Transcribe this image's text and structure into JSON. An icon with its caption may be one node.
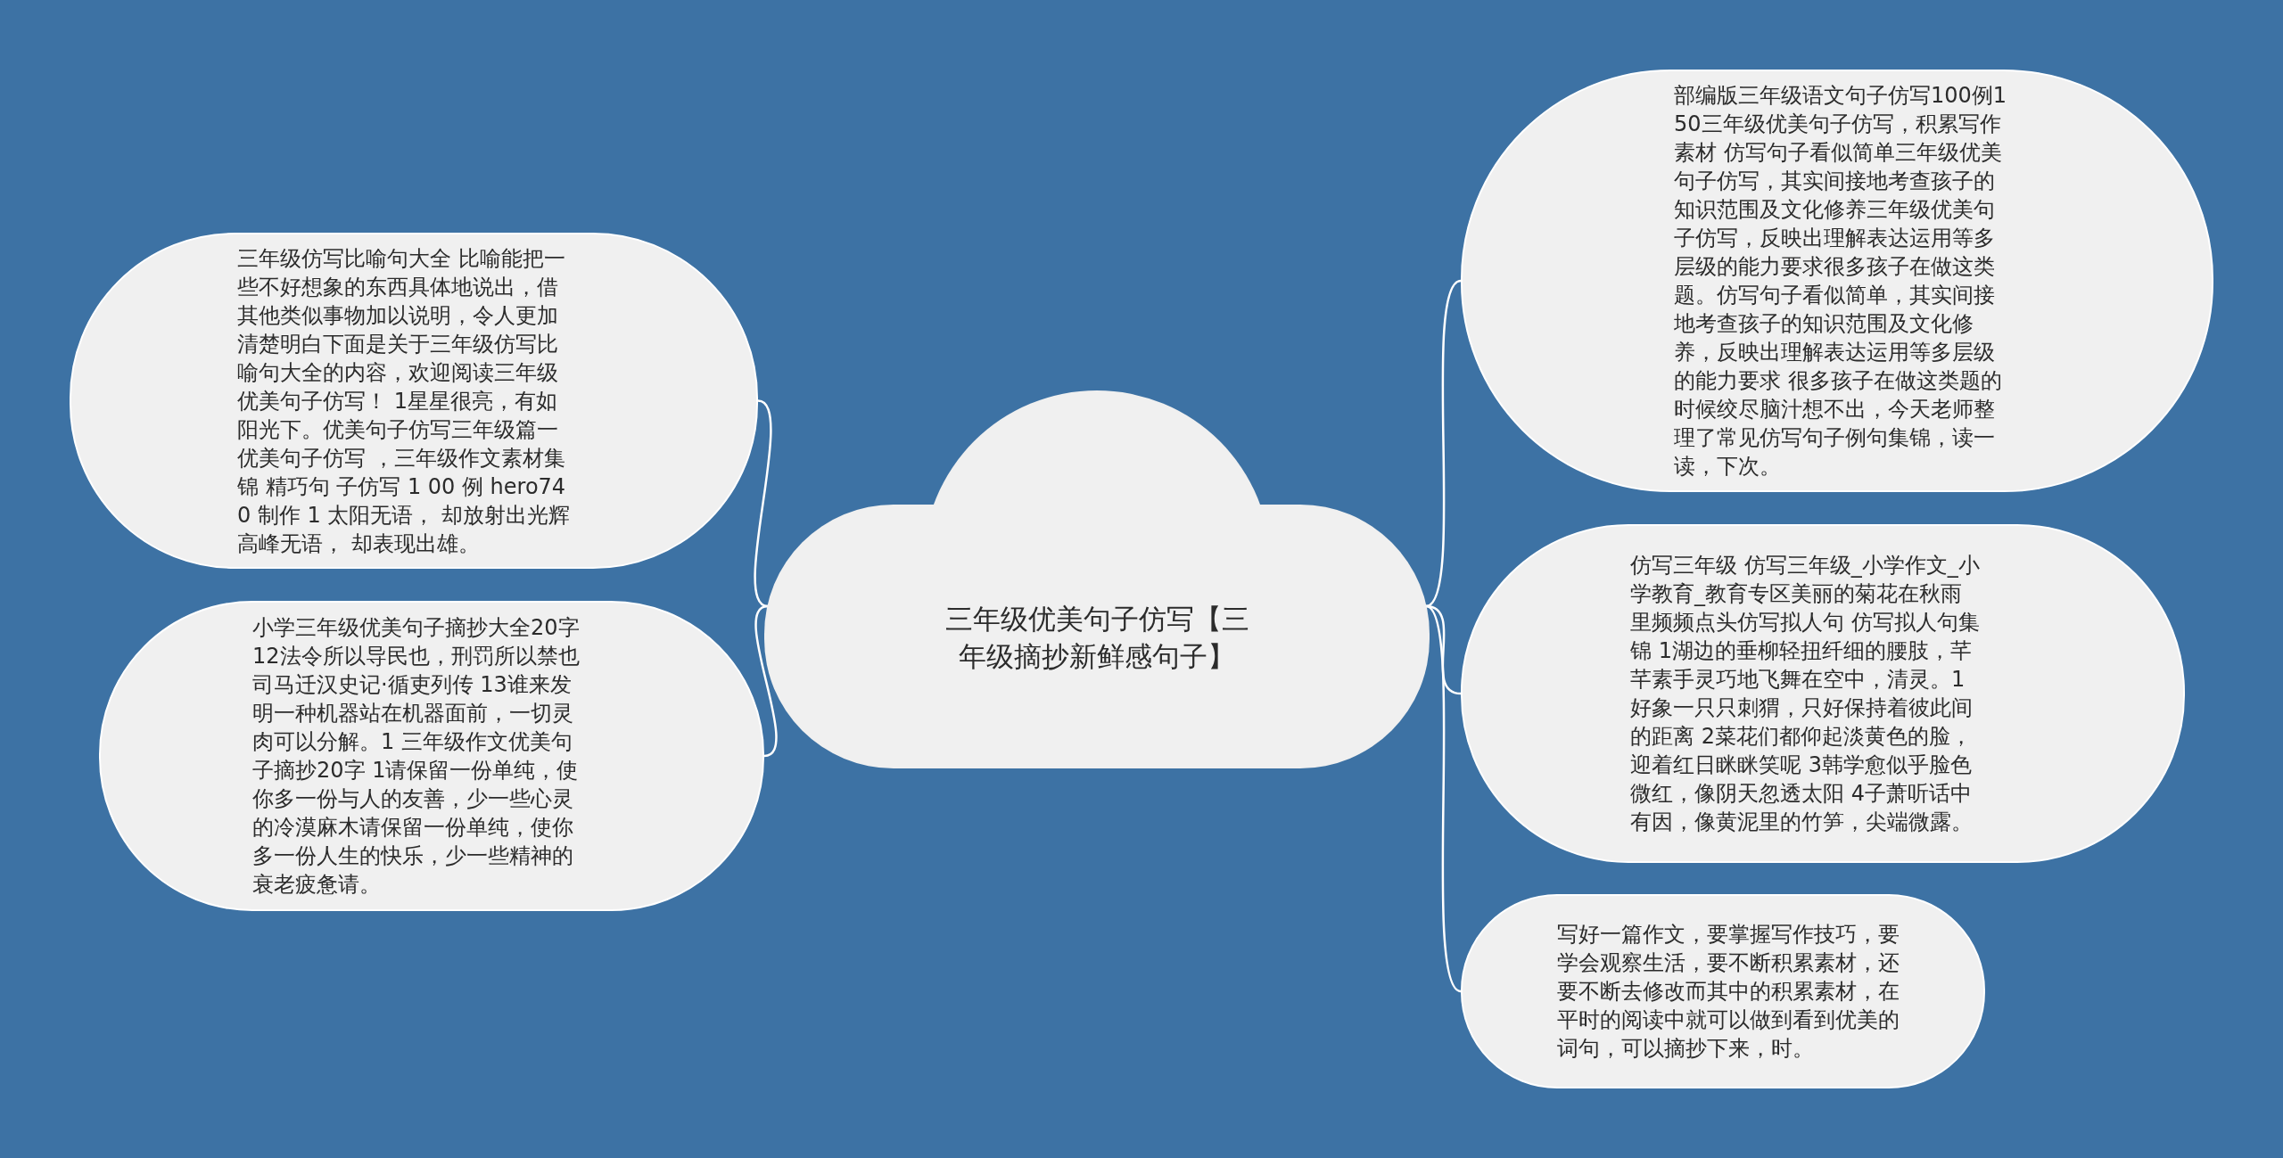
{
  "diagram": {
    "nodes": [
      {
        "text": [
          "三年级优美句子仿写【三年级摘抄新鲜感句子】"
        ]
      },
      {
        "text": [
          "三年级仿写比喻句大全 比喻能把一些不好想象的东西具体地说出，借其他类似事物加以说明，令人更加清楚明白下面是关于三年级仿写比喻句大全的内容，欢迎阅读三年级优美句子仿写！ 1星星很亮，有如阳光下。优美句子仿写三年级篇一优美句子仿写 ，三年级作文素材集锦 精巧句 子仿写 1 00 例 hero740 制作 1 太阳无语， 却放射出光辉高峰无语， 却表现出雄。"
        ]
      },
      {
        "text": [
          "小学三年级优美句子摘抄大全20字12法令所以导民也，刑罚所以禁也司马迁汉史记·循吏列传 13谁来发明一种机器站在机器面前，一切灵肉可以分解。1 三年级作文优美句子摘抄20字 1请保留一份单纯，使你多一份与人的友善，少一些心灵的冷漠麻木请保留一份单纯，使你多一份人生的快乐，少一些精神的衰老疲惫请。"
        ]
      },
      {
        "text": [
          "部编版三年级语文句子仿写100例150三年级优美句子仿写，积累写作素材 仿写句子看似简单三年级优美句子仿写，其实间接地考查孩子的知识范围及文化修养三年级优美句子仿写，反映出理解表达运用等多层级的能力要求很多孩子在做这类题。仿写句子看似简单，其实间接地考查孩子的知识范围及文化修养，反映出理解表达运用等多层级的能力要求 很多孩子在做这类题的时候绞尽脑汁想不出，今天老师整理了常见仿写句子例句集锦，读一读，下次。"
        ]
      },
      {
        "text": [
          "仿写三年级 仿写三年级_小学作文_小学教育_教育专区美丽的菊花在秋雨里频频点头仿写拟人句 仿写拟人句集锦 1湖边的垂柳轻扭纤细的腰肢，芊芊素手灵巧地飞舞在空中，清灵。1好象一只只刺猬，只好保持着彼此间的距离 2菜花们都仰起淡黄色的脸，迎着红日眯眯笑呢 3韩学愈似乎脸色微红，像阴天忽透太阳 4子萧听话中有因，像黄泥里的竹笋，尖端微露。"
        ]
      },
      {
        "text": [
          "写好一篇作文，要掌握写作技巧，要学会观察生活，要不断积累素材，还要不断去修改而其中的积累素材，在平时的阅读中就可以做到看到优美的词句，可以摘抄下来，时。"
        ]
      }
    ],
    "edges": [
      {
        "from": 0,
        "to": 1,
        "arrow": "none"
      },
      {
        "from": 0,
        "to": 2,
        "arrow": "none"
      },
      {
        "from": 0,
        "to": 3,
        "arrow": "none"
      },
      {
        "from": 0,
        "to": 4,
        "arrow": "none"
      },
      {
        "from": 0,
        "to": 5,
        "arrow": "none"
      }
    ]
  }
}
